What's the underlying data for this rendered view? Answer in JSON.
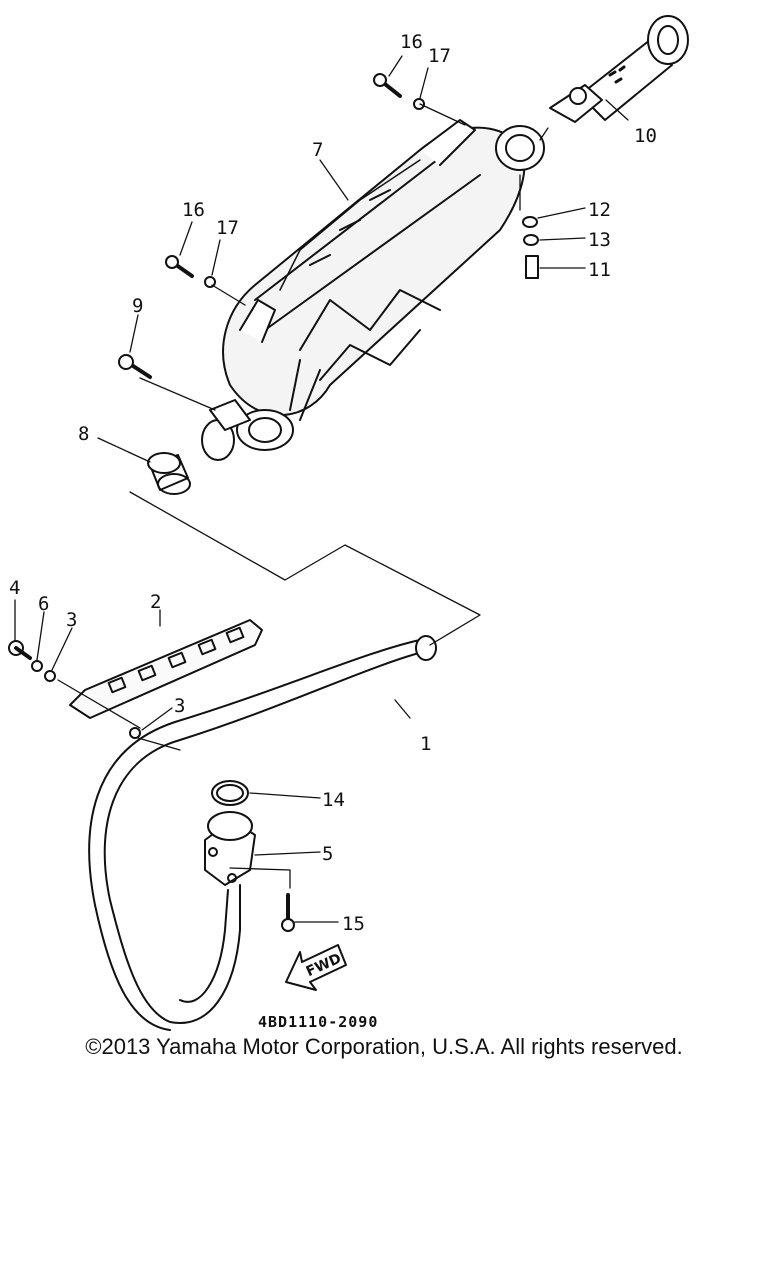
{
  "diagram": {
    "part_code": "4BD1110-2090",
    "fwd_label": "FWD",
    "callouts": [
      "1",
      "2",
      "3",
      "3",
      "4",
      "5",
      "6",
      "7",
      "8",
      "9",
      "10",
      "11",
      "12",
      "13",
      "14",
      "15",
      "16",
      "16",
      "17",
      "17"
    ]
  },
  "footer": {
    "copyright": "©2013 Yamaha Motor Corporation, U.S.A. All rights reserved."
  }
}
